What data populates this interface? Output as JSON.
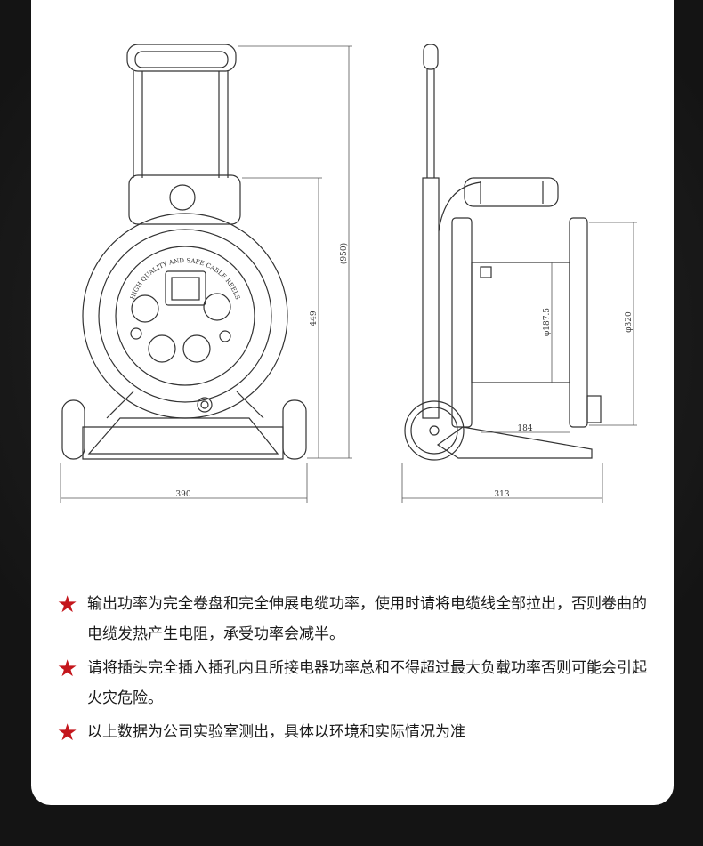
{
  "drawing": {
    "reel_text": "HIGH QUALITY AND SAFE CABLE REELS",
    "dimensions": {
      "front_total_height": "(950)",
      "front_body_height": "449",
      "front_width": "390",
      "side_depth": "313",
      "drum_width": "184",
      "drum_diameter": "φ187.5",
      "reel_diameter": "φ320"
    }
  },
  "notes": [
    {
      "icon": "star-icon",
      "text": "输出功率为完全卷盘和完全伸展电缆功率，使用时请将电缆线全部拉出，否则卷曲的电缆发热产生电阻，承受功率会减半。"
    },
    {
      "icon": "star-icon",
      "text": "请将插头完全插入插孔内且所接电器功率总和不得超过最大负载功率否则可能会引起火灾危险。"
    },
    {
      "icon": "star-icon",
      "text": "以上数据为公司实验室测出，具体以环境和实际情况为准"
    }
  ],
  "colors": {
    "star": "#c4161c",
    "card": "#ffffff",
    "background": "#1c1c1c"
  }
}
